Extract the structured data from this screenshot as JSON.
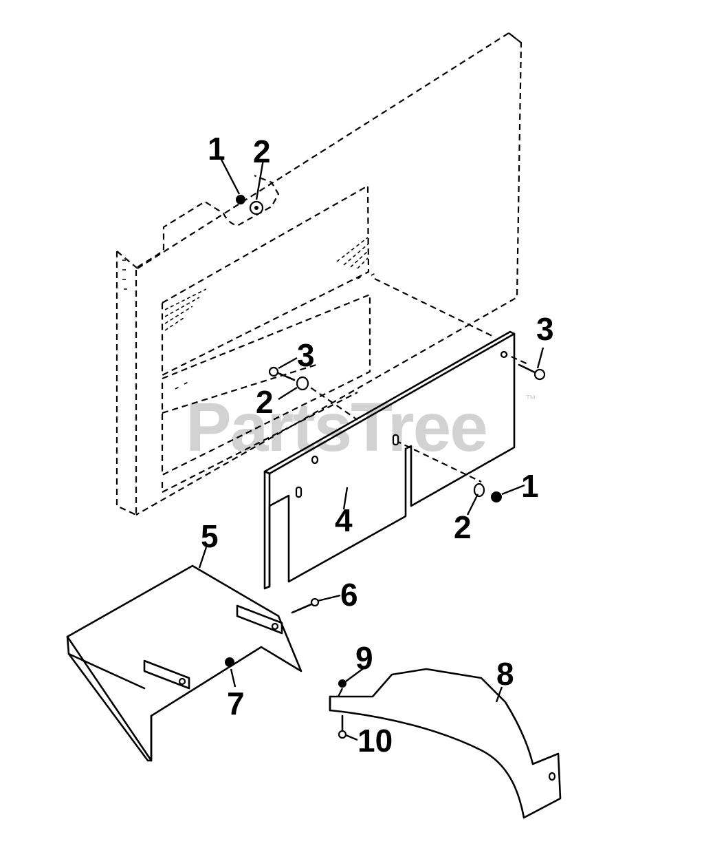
{
  "watermark": {
    "text": "PartsTree",
    "trademark": "™"
  },
  "callouts": [
    {
      "id": "c1a",
      "label": "1"
    },
    {
      "id": "c2a",
      "label": "2"
    },
    {
      "id": "c3a",
      "label": "3"
    },
    {
      "id": "c3b",
      "label": "3"
    },
    {
      "id": "c2b",
      "label": "2"
    },
    {
      "id": "c1b",
      "label": "1"
    },
    {
      "id": "c2c",
      "label": "2"
    },
    {
      "id": "c4",
      "label": "4"
    },
    {
      "id": "c5",
      "label": "5"
    },
    {
      "id": "c6",
      "label": "6"
    },
    {
      "id": "c7",
      "label": "7"
    },
    {
      "id": "c8",
      "label": "8"
    },
    {
      "id": "c9",
      "label": "9"
    },
    {
      "id": "c10",
      "label": "10"
    }
  ]
}
